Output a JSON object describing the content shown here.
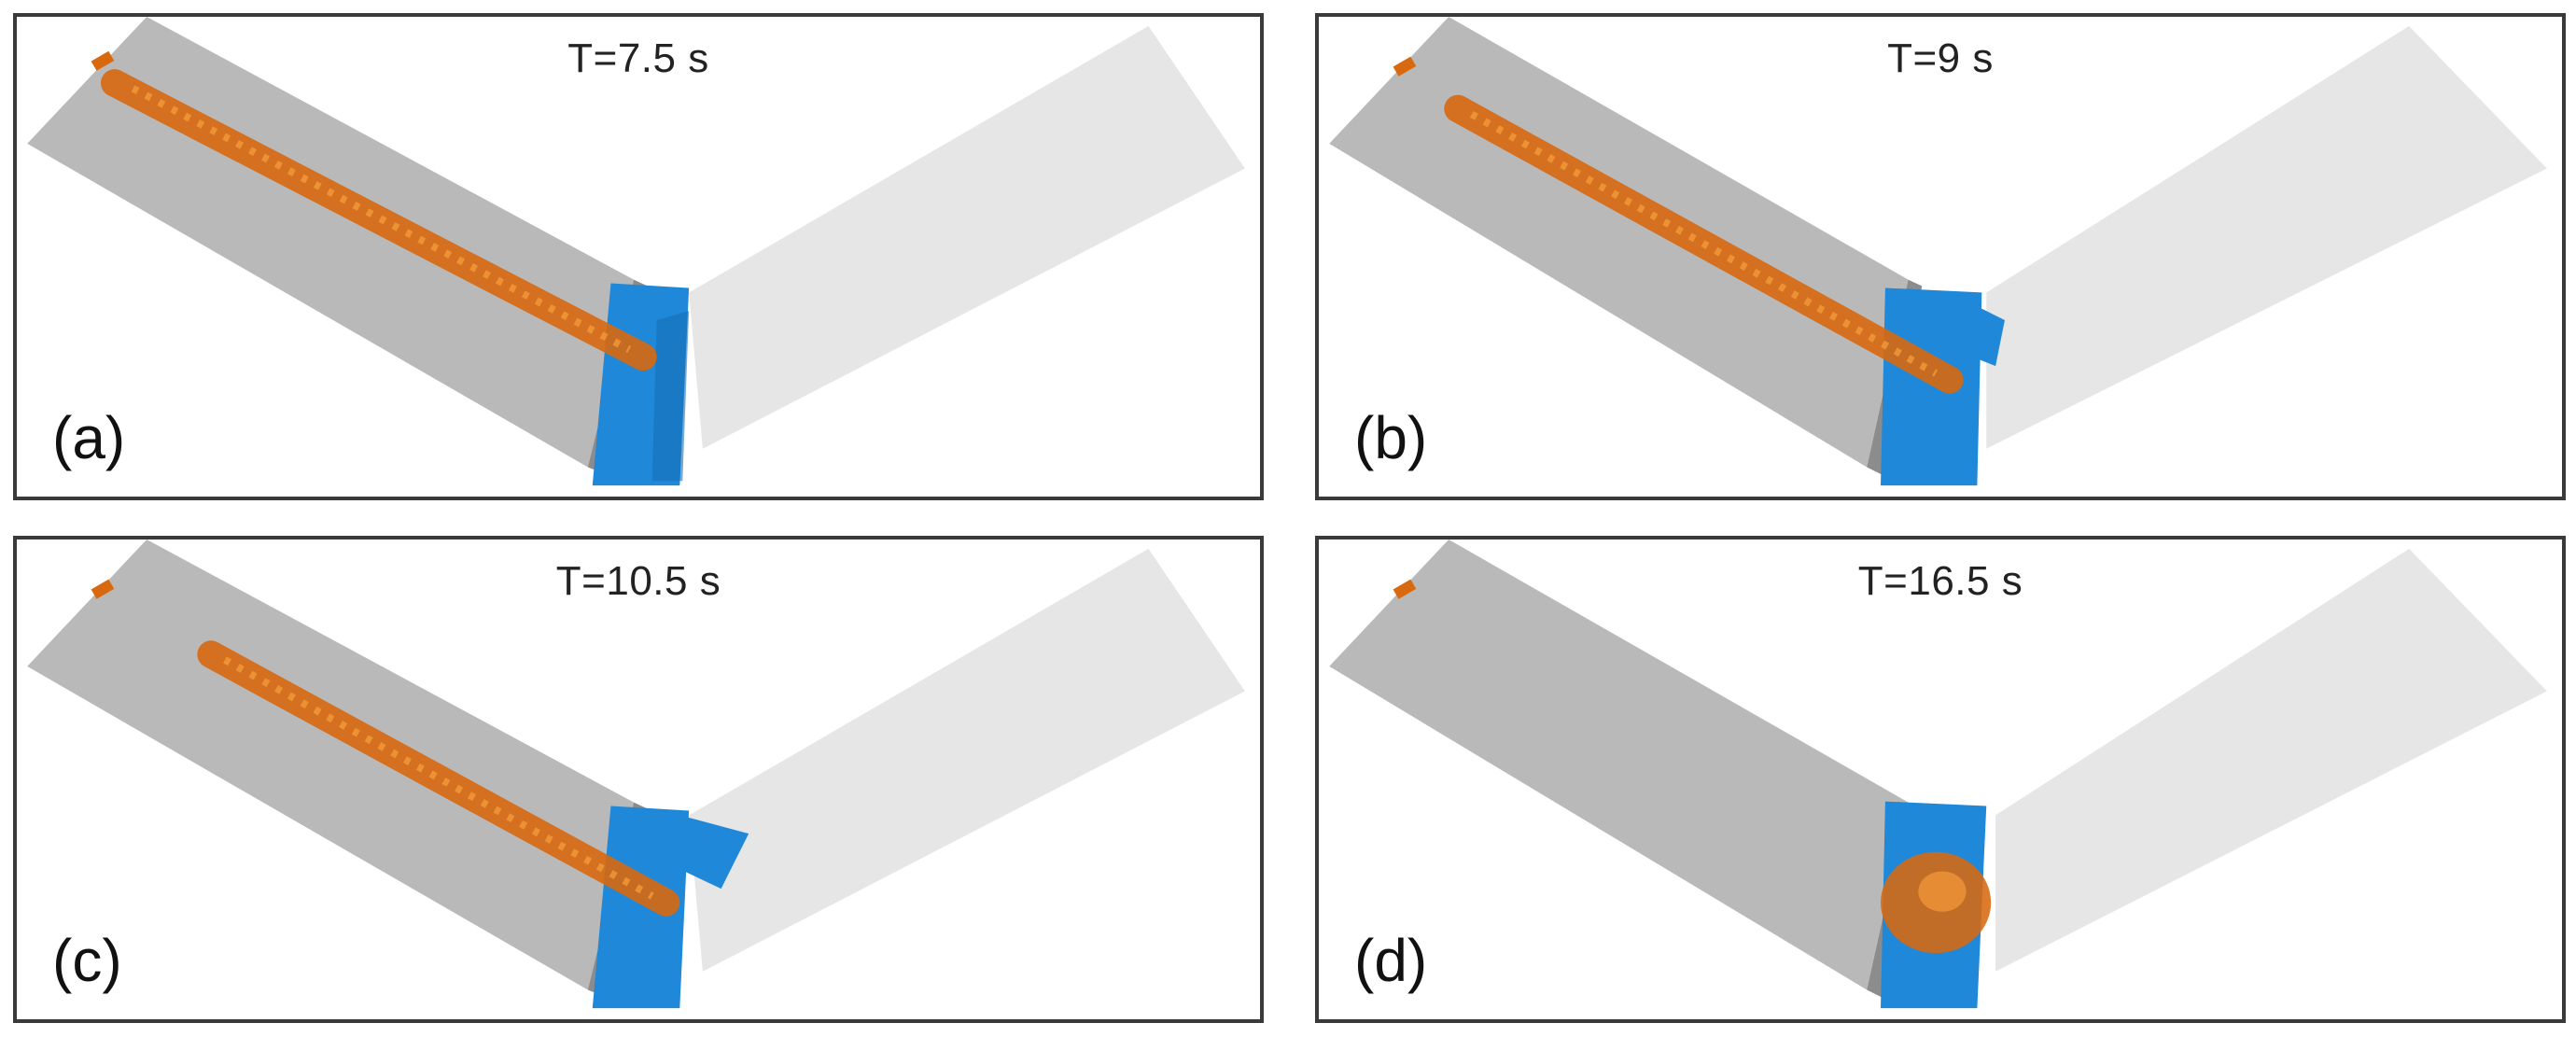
{
  "figure": {
    "colors": {
      "left_slope": "#b9b9b9",
      "left_slope_edge": "#8c8c8c",
      "right_slope": "#e6e6e6",
      "right_slope_edge": "#cfcfcf",
      "water": "#1f88d8",
      "water_dark": "#1670b8",
      "particles": "#d8690f",
      "particles_light": "#f39a3a",
      "frame": "#3a3a3a"
    },
    "panels": [
      {
        "label": "(a)",
        "time": "T=7.5 s"
      },
      {
        "label": "(b)",
        "time": "T=9 s"
      },
      {
        "label": "(c)",
        "time": "T=10.5 s"
      },
      {
        "label": "(d)",
        "time": "T=16.5 s"
      }
    ]
  }
}
